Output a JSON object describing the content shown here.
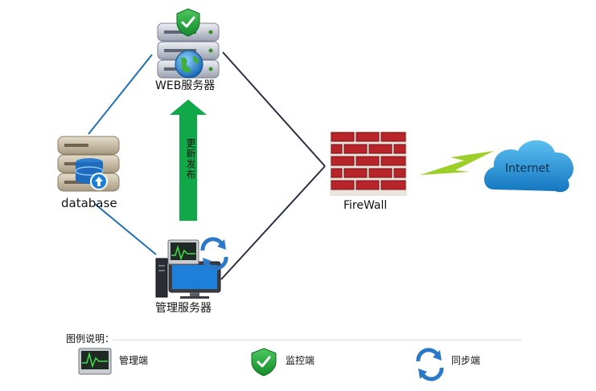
{
  "nodes": {
    "web_server": {
      "label": "WEB服务器"
    },
    "database": {
      "label": "database"
    },
    "management_server": {
      "label": "管理服务器"
    },
    "firewall": {
      "label": "FireWall"
    },
    "internet": {
      "label": "Internet"
    }
  },
  "arrow": {
    "label": "更新发布"
  },
  "legend": {
    "title": "图例说明：",
    "items": [
      {
        "label": "管理端",
        "icon": "monitor-icon"
      },
      {
        "label": "监控端",
        "icon": "shield-check-icon"
      },
      {
        "label": "同步端",
        "icon": "sync-icon"
      }
    ]
  },
  "colors": {
    "blue_line": "#1f6fb2",
    "dark_line": "#2b2f45",
    "arrow_green": "#11a84a",
    "cloud_blue": "#1b8fd8",
    "brick_red": "#b7252a",
    "lightning": "#9ccf2a"
  }
}
